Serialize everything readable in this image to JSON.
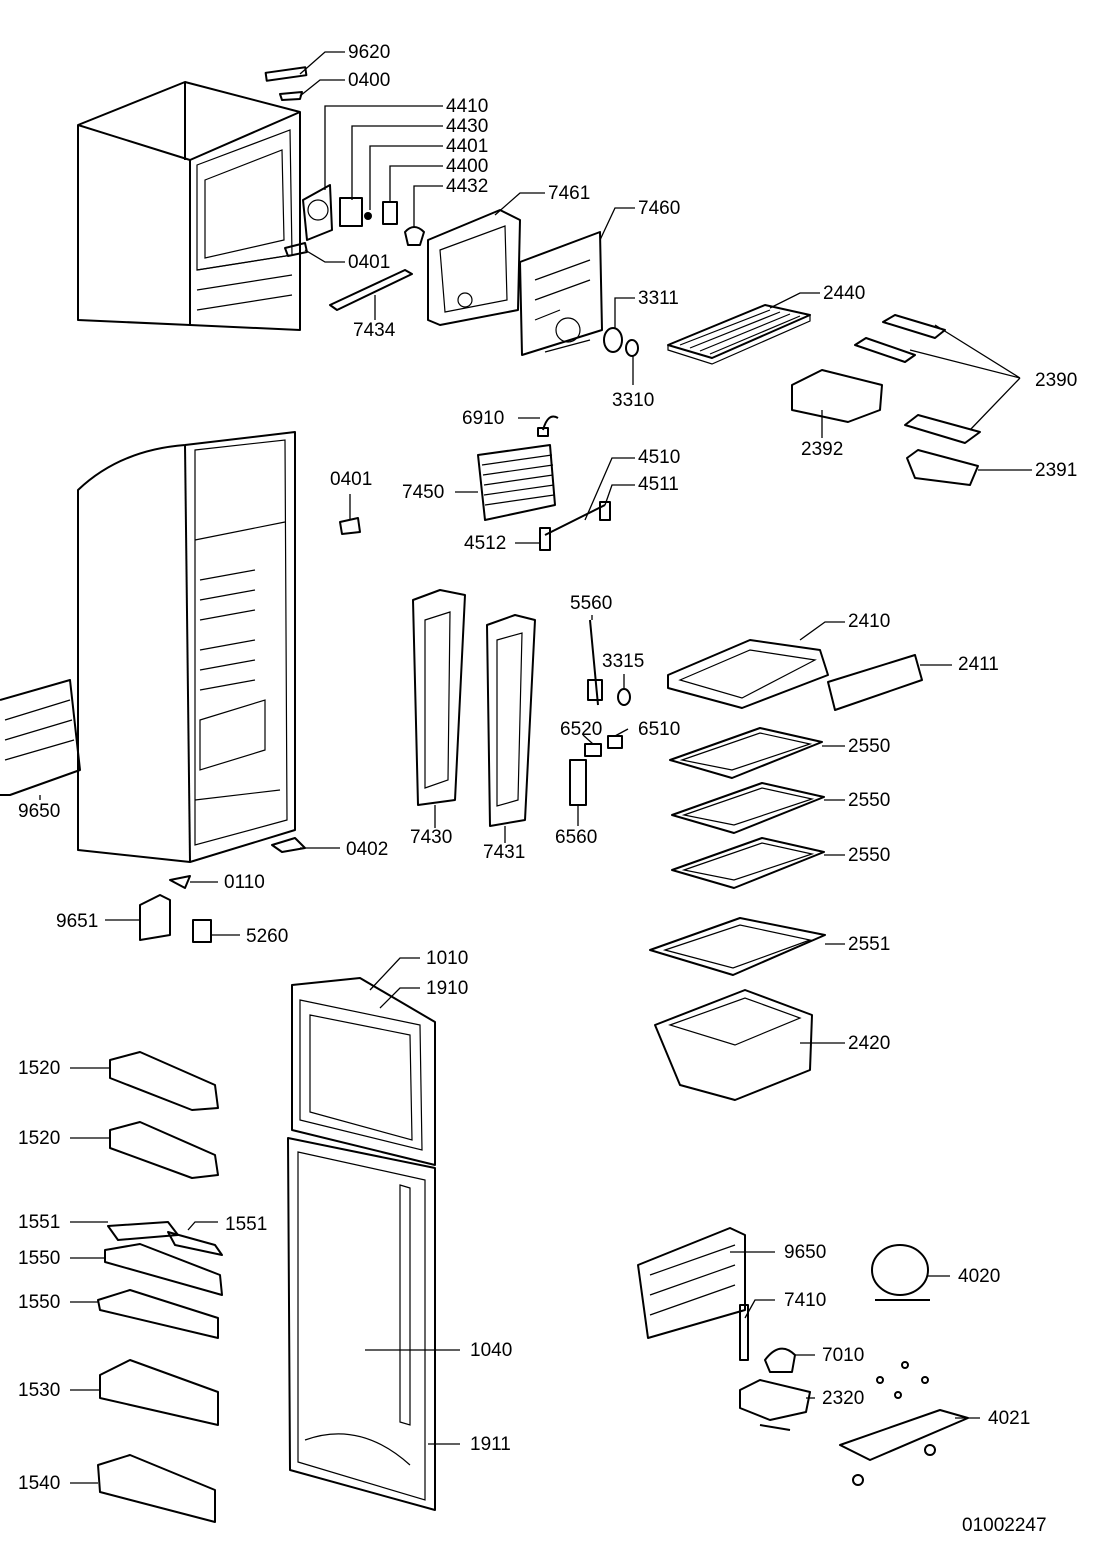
{
  "diagram_id": "01002247",
  "part_labels": [
    "9620",
    "0400",
    "4410",
    "4430",
    "4401",
    "4400",
    "4432",
    "7461",
    "7460",
    "0401",
    "7434",
    "3311",
    "2440",
    "3310",
    "2390",
    "2392",
    "2391",
    "6910",
    "7450",
    "4510",
    "4511",
    "4512",
    "0401",
    "5560",
    "2410",
    "2411",
    "3315",
    "6520",
    "6510",
    "2550",
    "2550",
    "2550",
    "6560",
    "7430",
    "7431",
    "9650",
    "0402",
    "0110",
    "9651",
    "5260",
    "2551",
    "1010",
    "1910",
    "2420",
    "1520",
    "1520",
    "1551",
    "1551",
    "1550",
    "1550",
    "1530",
    "1540",
    "1040",
    "1911",
    "9650",
    "4020",
    "7410",
    "7010",
    "2320",
    "4021"
  ]
}
